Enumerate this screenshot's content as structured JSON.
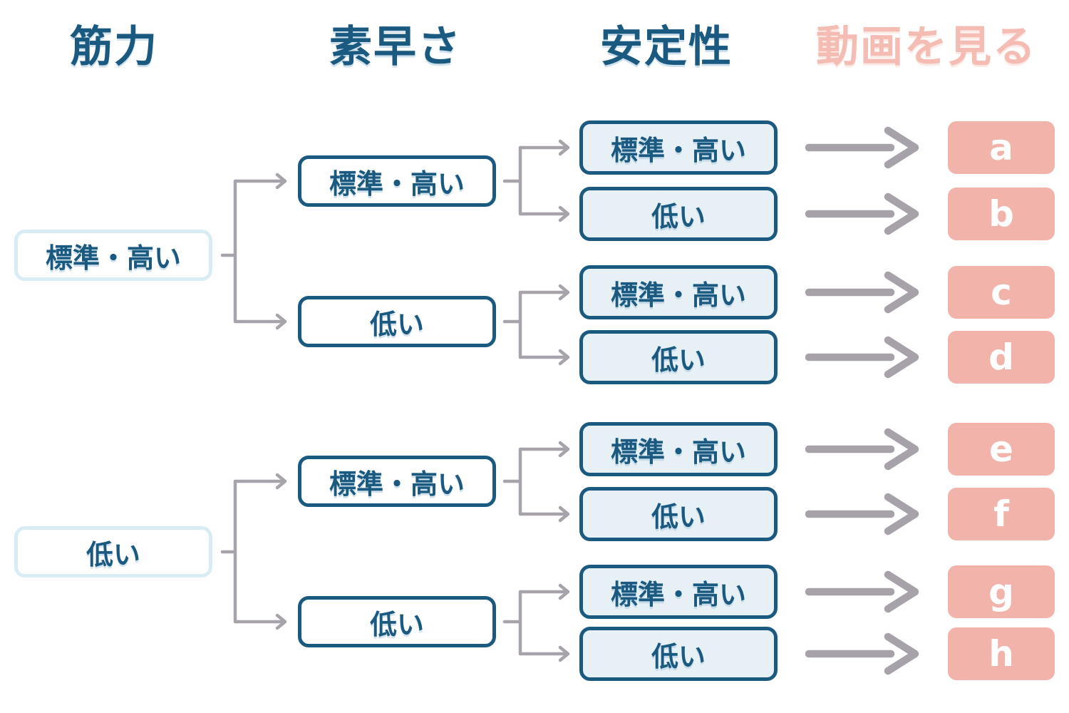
{
  "colors": {
    "dark_blue": "#1b5a80",
    "box_fill": "#e7f0f5",
    "pale_border": "#d8ecf4",
    "pink_box": "#f2b3ab",
    "pink_header": "#f5bcb3",
    "line_gray": "#a8a3aa",
    "arrow_gray": "#a7a1a9",
    "letter_white": "#ffffff"
  },
  "headers": {
    "strength": "筋力",
    "speed": "素早さ",
    "stability": "安定性",
    "video": "動画を見る"
  },
  "tree": {
    "strength": [
      {
        "label": "標準・高い",
        "speed": [
          {
            "label": "標準・高い",
            "stability": [
              {
                "label": "標準・高い",
                "video": "a"
              },
              {
                "label": "低い",
                "video": "b"
              }
            ]
          },
          {
            "label": "低い",
            "stability": [
              {
                "label": "標準・高い",
                "video": "c"
              },
              {
                "label": "低い",
                "video": "d"
              }
            ]
          }
        ]
      },
      {
        "label": "低い",
        "speed": [
          {
            "label": "標準・高い",
            "stability": [
              {
                "label": "標準・高い",
                "video": "e"
              },
              {
                "label": "低い",
                "video": "f"
              }
            ]
          },
          {
            "label": "低い",
            "stability": [
              {
                "label": "標準・高い",
                "video": "g"
              },
              {
                "label": "低い",
                "video": "h"
              }
            ]
          }
        ]
      }
    ]
  }
}
